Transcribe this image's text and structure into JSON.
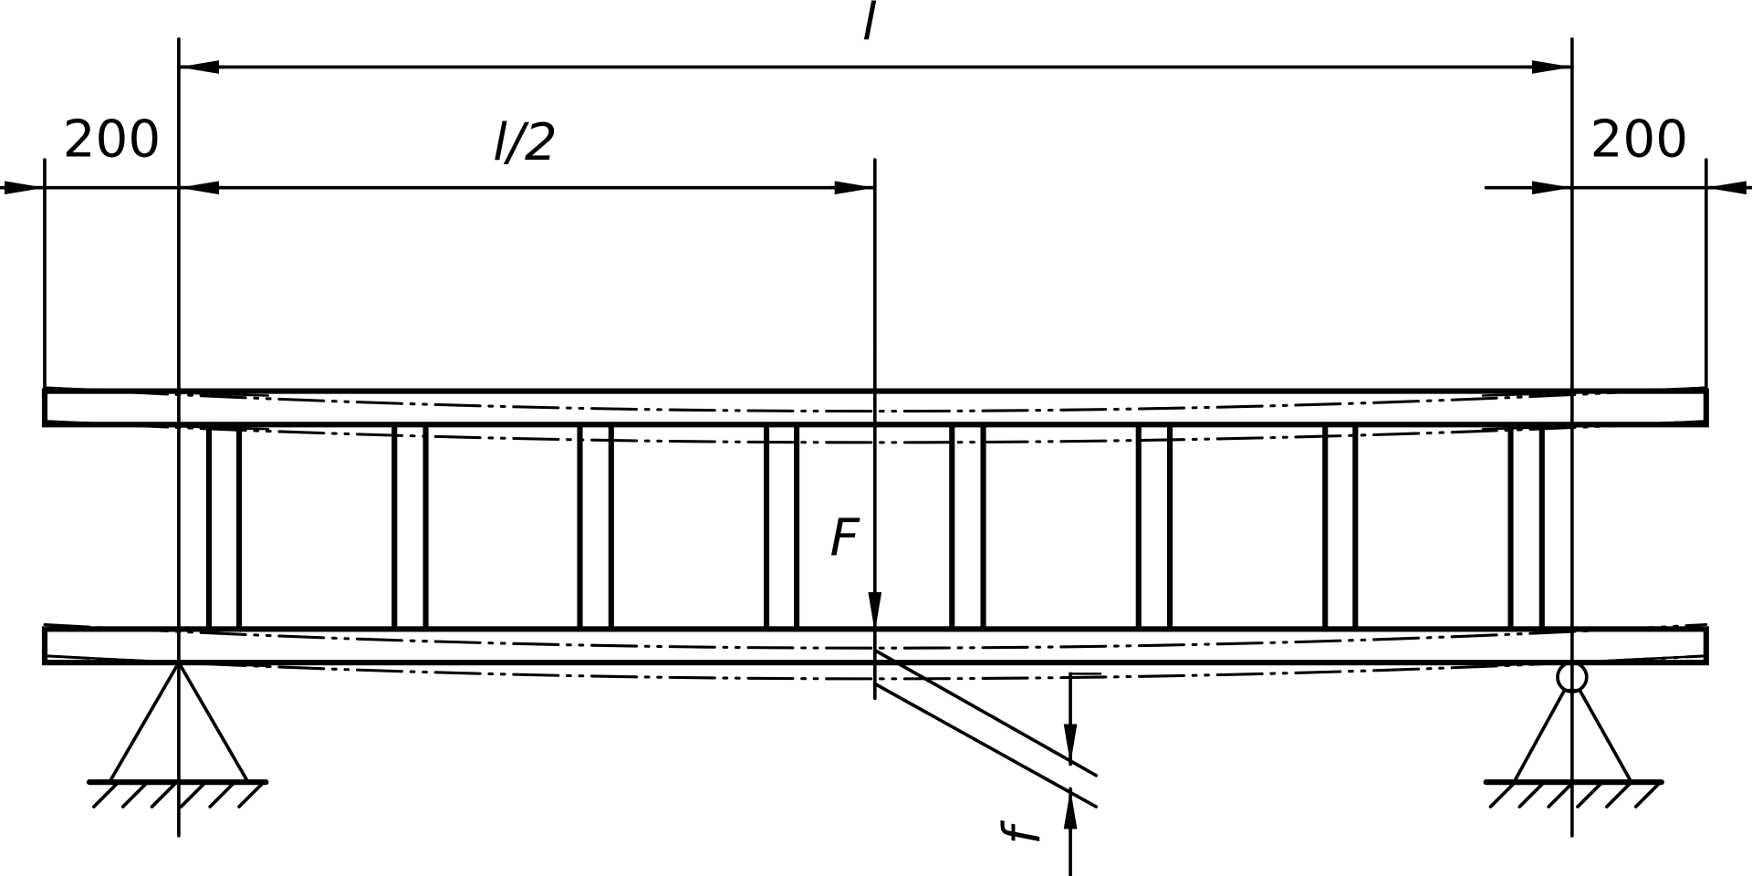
{
  "drawing": {
    "span_label": "l",
    "half_span_label": "l/2",
    "overhang_left_label": "200",
    "overhang_right_label": "200",
    "force_label": "F",
    "deflection_label": "f",
    "stiffener_count": 8,
    "line_color": "#000000",
    "background_color": "#ffffff"
  }
}
